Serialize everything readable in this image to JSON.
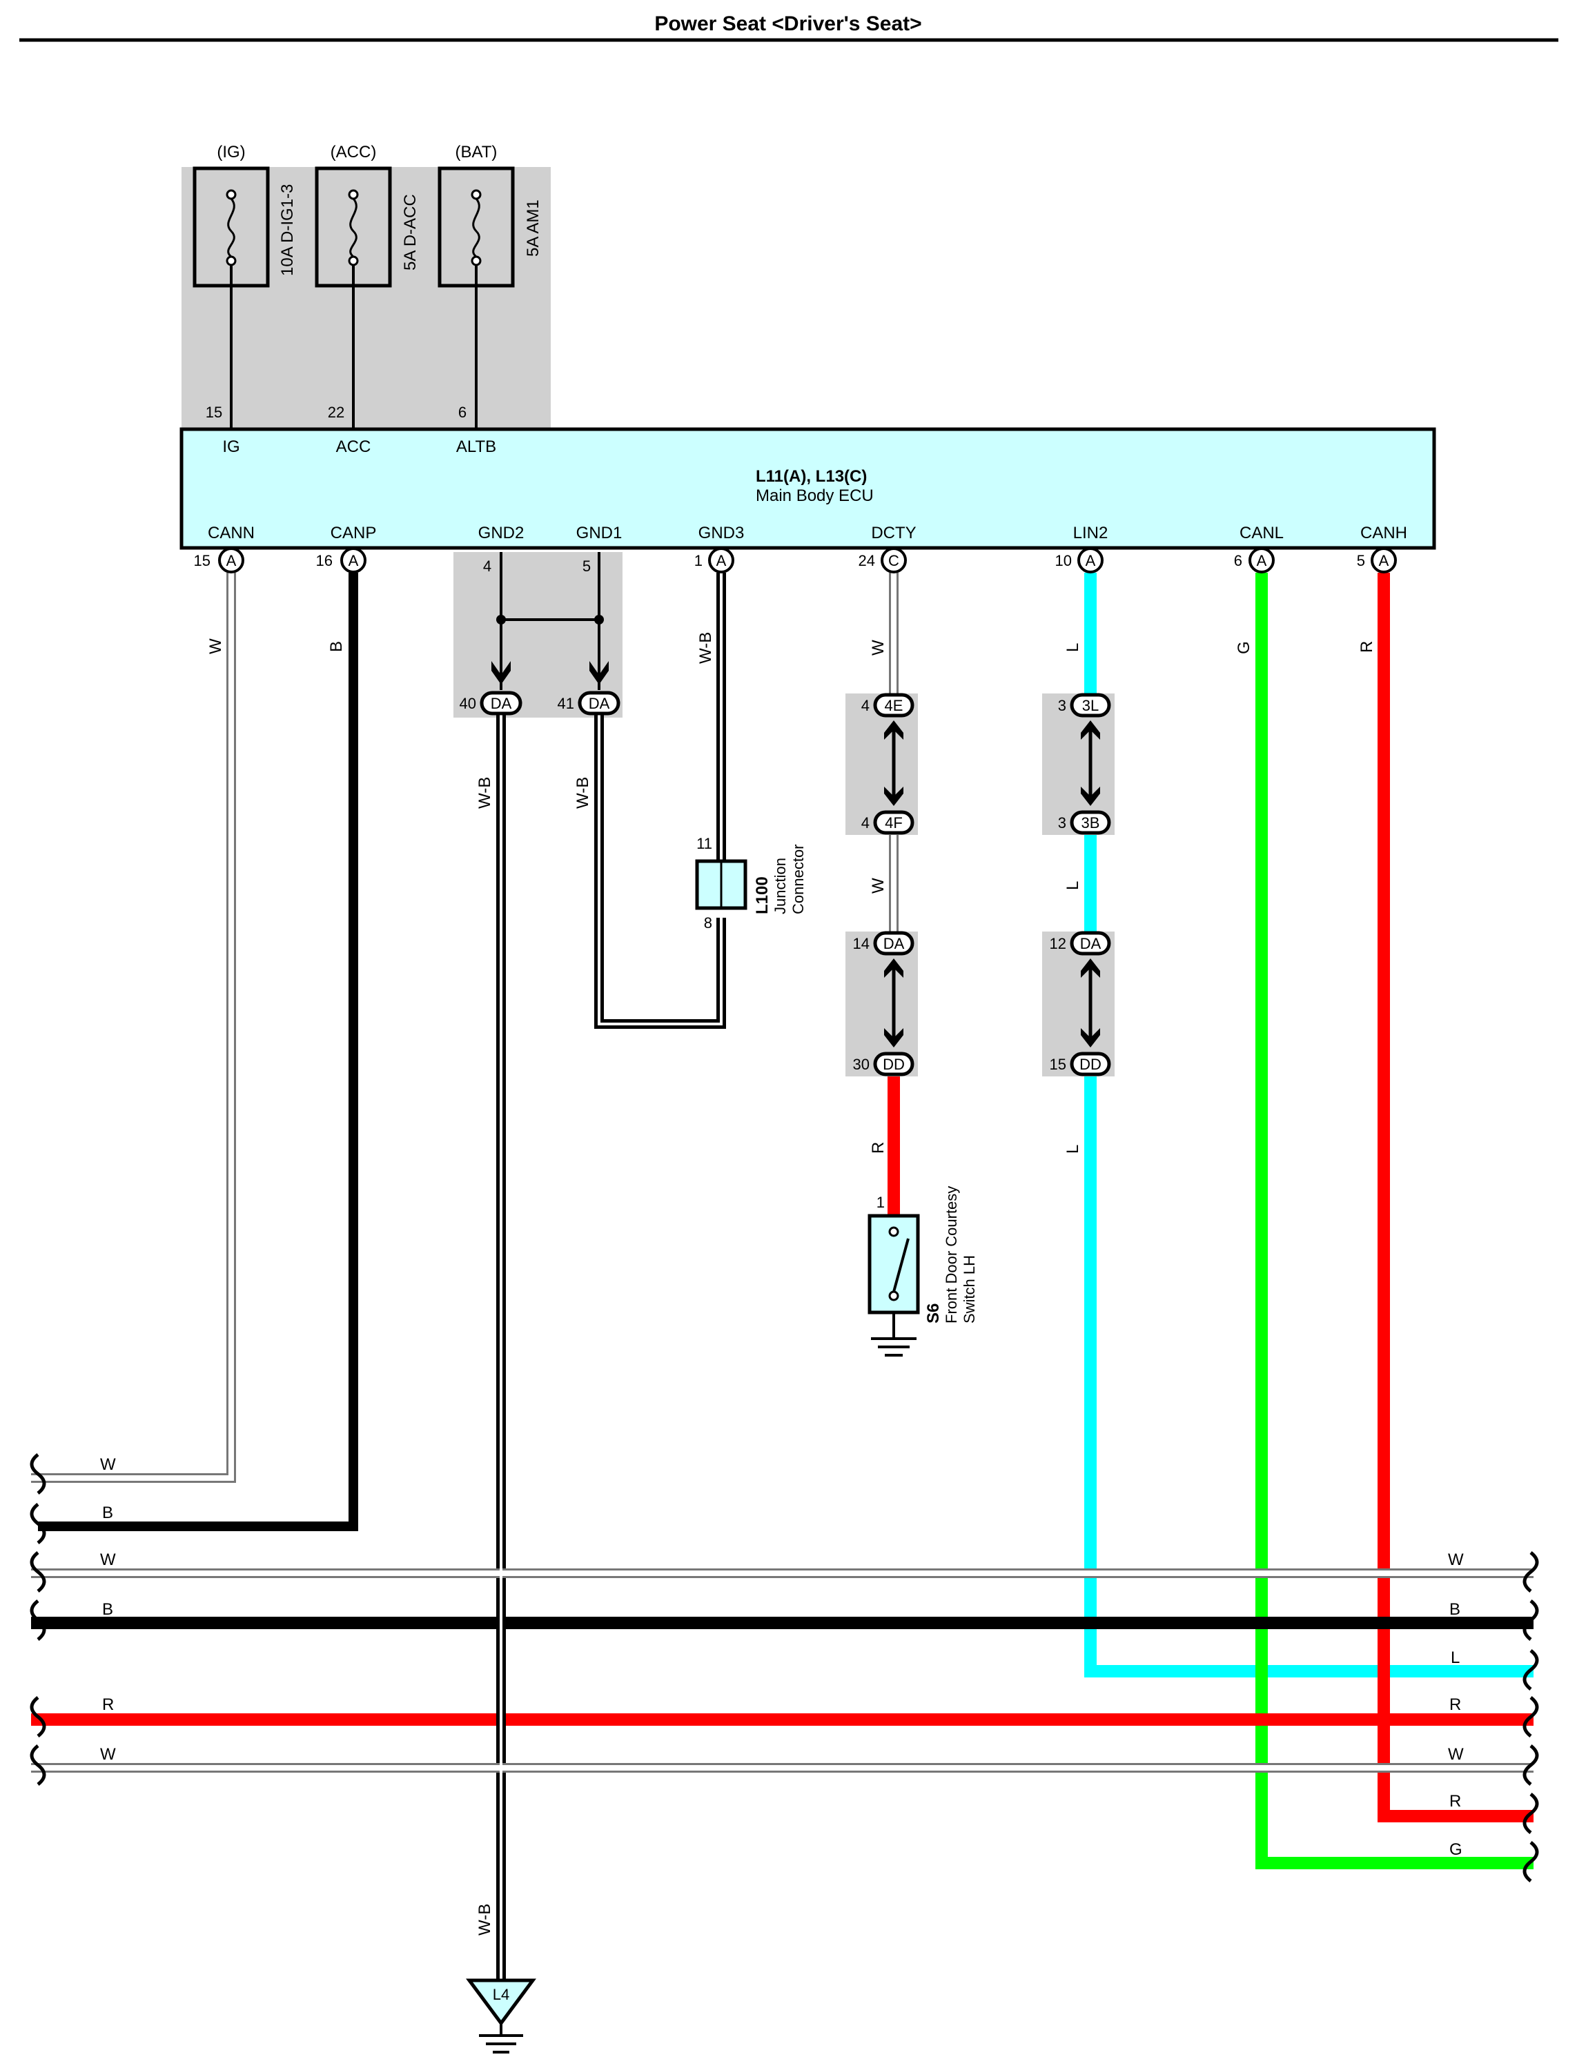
{
  "title": "Power Seat <Driver's Seat>",
  "colors": {
    "shade": "#d0d0d0",
    "ecu_fill": "#ccffff",
    "white_wire_edge": "#777777",
    "black_wire": "#000000",
    "light_blue_wire": "#00ffff",
    "red_wire": "#ff0000",
    "green_wire": "#00ff00"
  },
  "fuses": [
    {
      "source": "(IG)",
      "rating": "10A D-IG1-3",
      "pin": "15",
      "terminal": "IG"
    },
    {
      "source": "(ACC)",
      "rating": "5A D-ACC",
      "pin": "22",
      "terminal": "ACC"
    },
    {
      "source": "(BAT)",
      "rating": "5A AM1",
      "pin": "6",
      "terminal": "ALTB"
    }
  ],
  "ecu": {
    "code": "L11(A), L13(C)",
    "name": "Main Body ECU",
    "bottom_terminals": [
      {
        "name": "CANN",
        "pin": "15",
        "conn": "A"
      },
      {
        "name": "CANP",
        "pin": "16",
        "conn": "A"
      },
      {
        "name": "GND2",
        "pin": "4",
        "conn": ""
      },
      {
        "name": "GND1",
        "pin": "5",
        "conn": ""
      },
      {
        "name": "GND3",
        "pin": "1",
        "conn": "A"
      },
      {
        "name": "DCTY",
        "pin": "24",
        "conn": "C"
      },
      {
        "name": "LIN2",
        "pin": "10",
        "conn": "A"
      },
      {
        "name": "CANL",
        "pin": "6",
        "conn": "A"
      },
      {
        "name": "CANH",
        "pin": "5",
        "conn": "A"
      }
    ]
  },
  "wire_colors": {
    "canp": "B",
    "cann": "W",
    "gnd3": "W-B",
    "gnd2_out": "W-B",
    "gnd1_out": "W-B",
    "ground_l4": "W-B",
    "dcty_upper": "W",
    "dcty_mid": "W",
    "dcty_lower": "R",
    "lin2_upper": "L",
    "lin2_mid": "L",
    "lin2_lower": "L",
    "canl": "G",
    "canh": "R"
  },
  "junctions": {
    "gnd2_pin": "40",
    "gnd2_conn": "DA",
    "gnd1_pin": "41",
    "gnd1_conn": "DA",
    "dcty_1_pin": "4",
    "dcty_1_conn": "4E",
    "dcty_2_pin": "4",
    "dcty_2_conn": "4F",
    "dcty_3_pin": "14",
    "dcty_3_conn": "DA",
    "dcty_4_pin": "30",
    "dcty_4_conn": "DD",
    "lin_1_pin": "3",
    "lin_1_conn": "3L",
    "lin_2_pin": "3",
    "lin_2_conn": "3B",
    "lin_3_pin": "12",
    "lin_3_conn": "DA",
    "lin_4_pin": "15",
    "lin_4_conn": "DD"
  },
  "junction_connector": {
    "pin_top": "11",
    "pin_bottom": "8",
    "code": "L100",
    "name_line1": "Junction",
    "name_line2": "Connector"
  },
  "switch": {
    "pin": "1",
    "code": "S6",
    "name_line1": "Front Door Courtesy",
    "name_line2": "Switch LH"
  },
  "ground_point": "L4",
  "bus_left_labels": [
    "W",
    "B",
    "W",
    "B",
    "R",
    "W"
  ],
  "bus_right_labels": [
    "W",
    "B",
    "L",
    "R",
    "W",
    "R",
    "G"
  ]
}
